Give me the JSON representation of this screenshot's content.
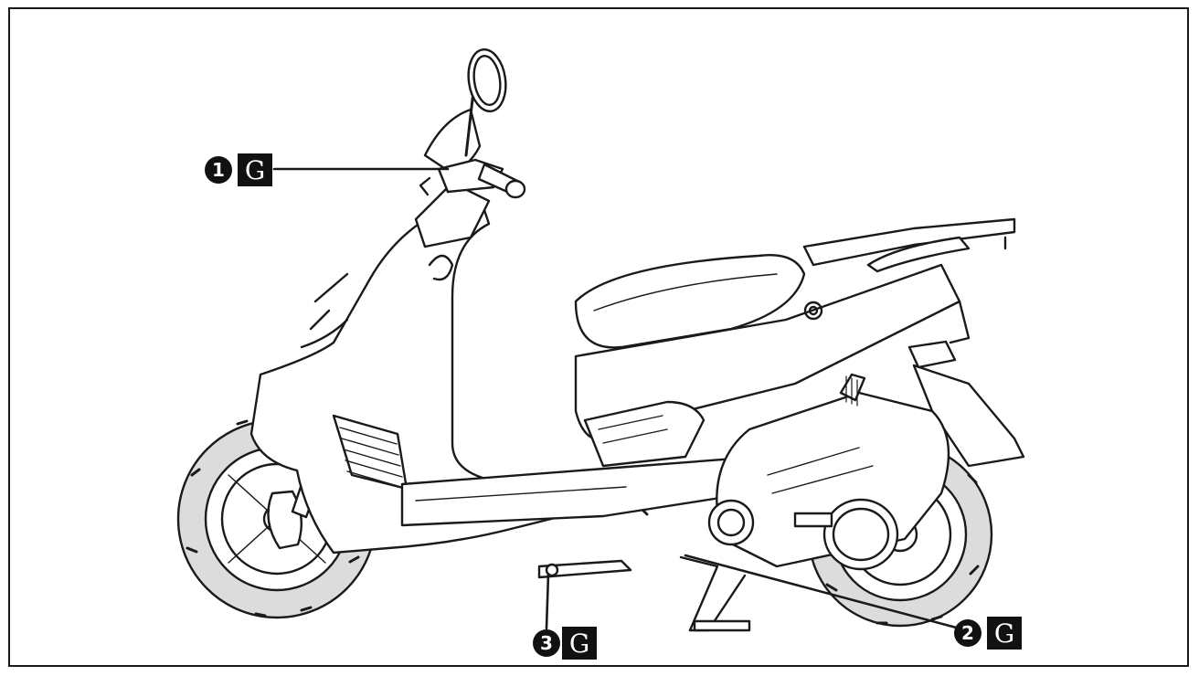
{
  "callouts": [
    {
      "number": "1",
      "letter": "G"
    },
    {
      "number": "2",
      "letter": "G"
    },
    {
      "number": "3",
      "letter": "G"
    }
  ],
  "colors": {
    "ink": "#1a1a1a",
    "tire": "#dcdcdc",
    "background": "#ffffff"
  },
  "figure": {
    "subject": "scooter-side-view"
  }
}
